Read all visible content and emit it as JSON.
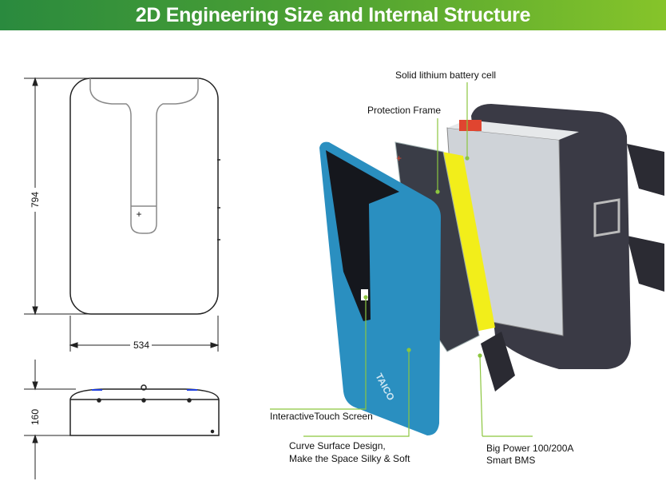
{
  "header": {
    "title": "2D Engineering Size and Internal Structure"
  },
  "dimensions": {
    "height": "794",
    "width": "534",
    "depth": "160"
  },
  "front_panel": {
    "plus_symbol": "+",
    "logo_text": "TAICO"
  },
  "callouts": {
    "battery_cell": "Solid lithium battery cell",
    "protection_frame": "Protection Frame",
    "touch_screen": "InteractiveTouch Screen",
    "curve_line1": "Curve Surface Design,",
    "curve_line2": "Make the Space Silky & Soft",
    "bms_line1": "Big Power 100/200A",
    "bms_line2": "Smart BMS"
  },
  "colors": {
    "banner_start": "#2a8a3e",
    "banner_end": "#86c42a",
    "leader": "#8cc63f",
    "panel_blue": "#2a8fc0",
    "frame_yellow": "#f2ee1a"
  }
}
